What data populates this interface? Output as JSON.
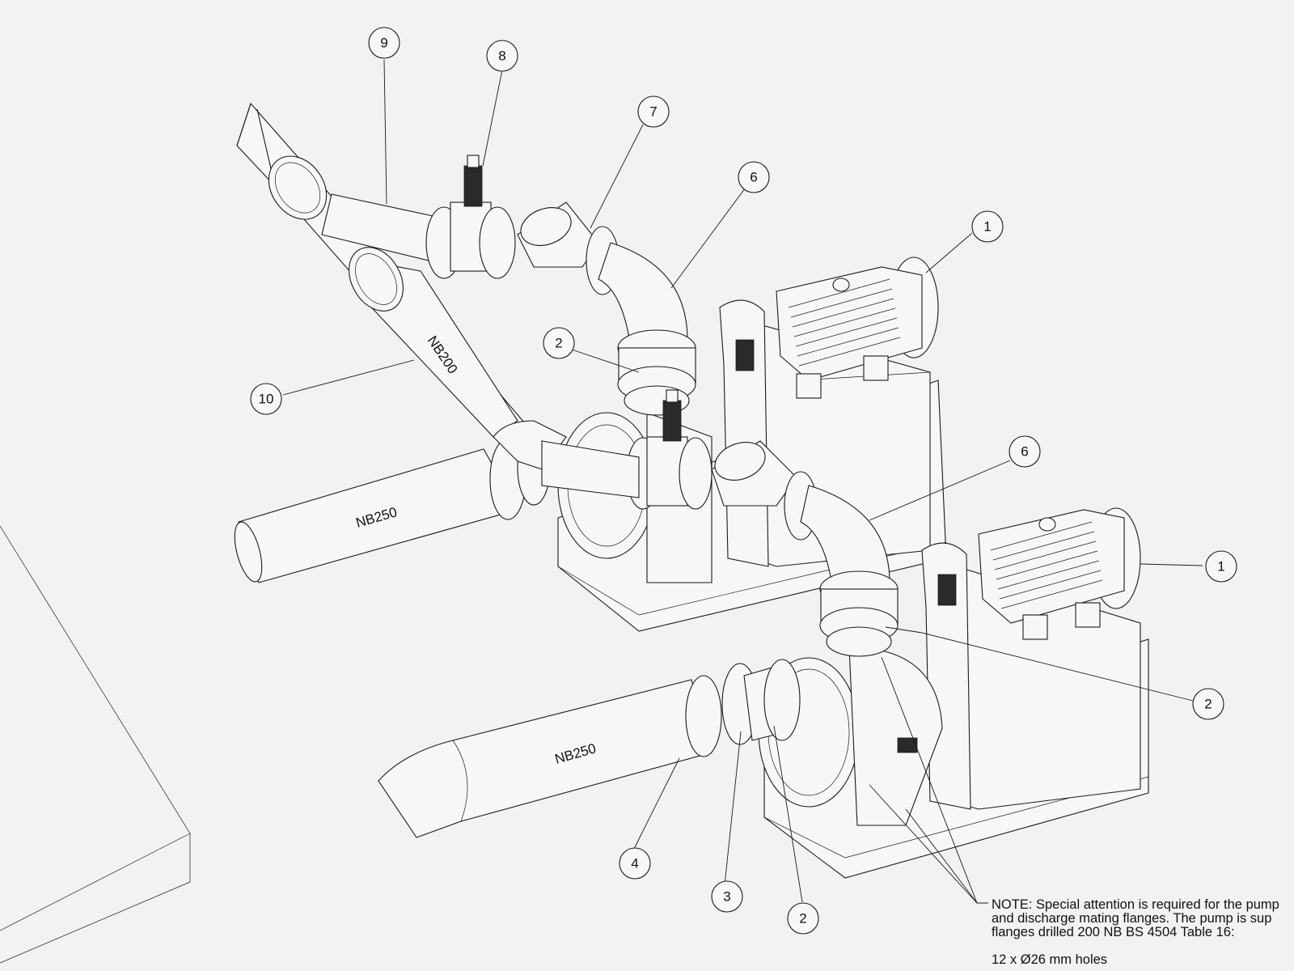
{
  "balloons": [
    {
      "id": "b9",
      "label": "9"
    },
    {
      "id": "b8",
      "label": "8"
    },
    {
      "id": "b7",
      "label": "7"
    },
    {
      "id": "b6a",
      "label": "6"
    },
    {
      "id": "b1a",
      "label": "1"
    },
    {
      "id": "b2a",
      "label": "2"
    },
    {
      "id": "b10",
      "label": "10"
    },
    {
      "id": "b6b",
      "label": "6"
    },
    {
      "id": "b1b",
      "label": "1"
    },
    {
      "id": "b2b",
      "label": "2"
    },
    {
      "id": "b4",
      "label": "4"
    },
    {
      "id": "b3",
      "label": "3"
    },
    {
      "id": "b2c",
      "label": "2"
    }
  ],
  "pipe_labels": {
    "header": "NB200",
    "suction_upper": "NB250",
    "suction_lower": "NB250"
  },
  "note": {
    "line1": "NOTE: Special attention is required for the pump",
    "line2": "and discharge mating flanges. The pump is sup",
    "line3": "flanges drilled 200 NB BS 4504 Table 16:",
    "line4": "12 x Ø26 mm holes"
  }
}
